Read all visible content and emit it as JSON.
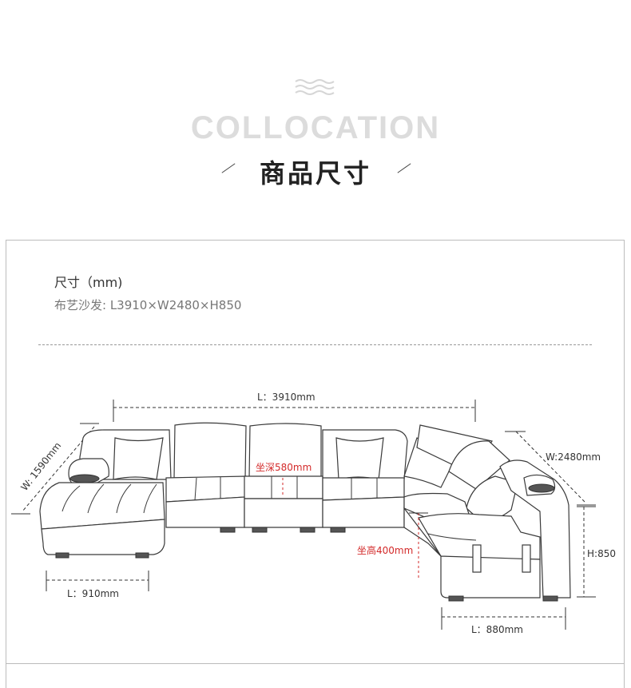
{
  "header": {
    "watermark": "COLLOCATION",
    "title": "商品尺寸"
  },
  "spec": {
    "heading": "尺寸（mm)",
    "line": "布艺沙发: L3910×W2480×H850"
  },
  "dimensions": {
    "overall_length": "L：3910mm",
    "diagonal_width": "W: 1590mm",
    "right_width": "W:2480mm",
    "height": "H:850",
    "seat_depth": "坐深580mm",
    "seat_height": "坐高400mm",
    "chaise_length": "L：910mm",
    "corner_length": "L：880mm"
  },
  "colors": {
    "accent_red": "#d32a2a",
    "line_dark": "#333333",
    "watermark_gray": "#dcdcdc"
  }
}
